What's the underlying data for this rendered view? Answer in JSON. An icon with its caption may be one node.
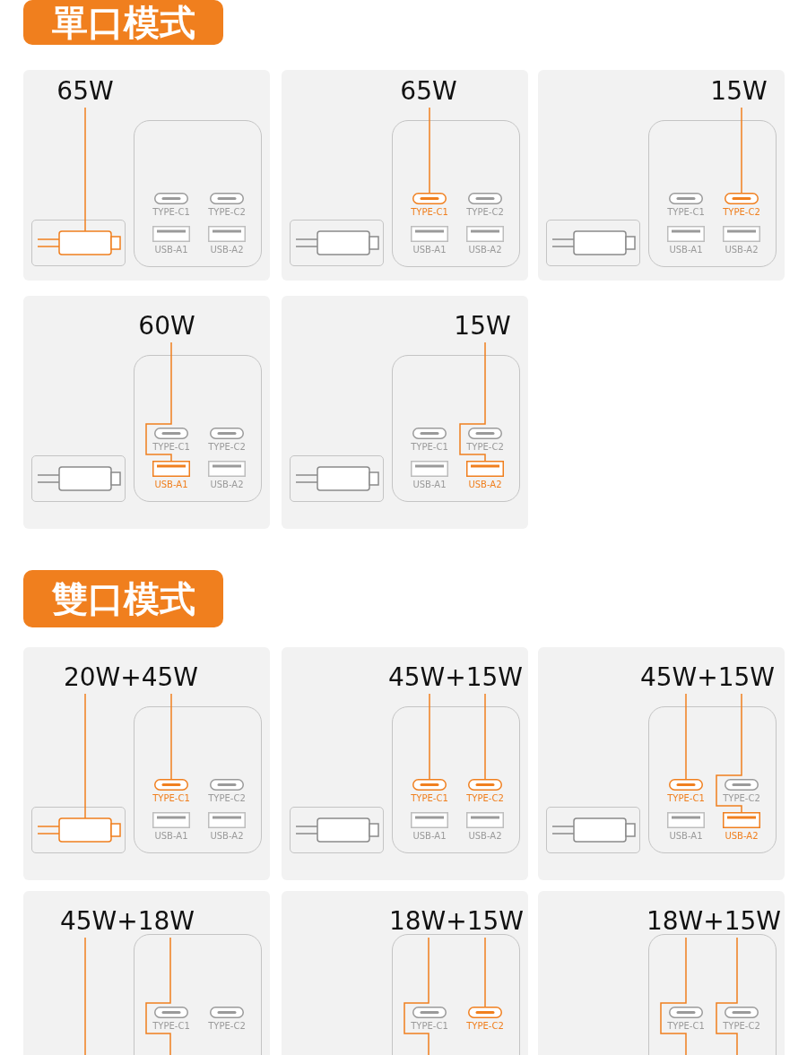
{
  "diagram": {
    "nodes": [
      {
        "text": [
          "單口模式"
        ]
      },
      {
        "text": [],
        "shape": "box"
      },
      {
        "text": [
          "65W"
        ],
        "in": 1
      },
      {
        "text": [],
        "shape": "box",
        "in": 1
      },
      {
        "text": [
          "TYPE-C1"
        ],
        "in": 3
      },
      {
        "text": [
          "TYPE-C2"
        ],
        "in": 3
      },
      {
        "text": [
          "USB-A1"
        ],
        "in": 3
      },
      {
        "text": [
          "USB-A2"
        ],
        "in": 3
      },
      {
        "text": [],
        "shape": "box",
        "in": 1
      },
      {
        "text": [],
        "shape": "box"
      },
      {
        "text": [
          "65W"
        ],
        "in": 9
      },
      {
        "text": [],
        "shape": "box",
        "in": 9
      },
      {
        "text": [
          "TYPE-C1"
        ],
        "in": 11
      },
      {
        "text": [
          "TYPE-C2"
        ],
        "in": 11
      },
      {
        "text": [
          "USB-A1"
        ],
        "in": 11
      },
      {
        "text": [
          "USB-A2"
        ],
        "in": 11
      },
      {
        "text": [],
        "shape": "box",
        "in": 9
      },
      {
        "text": [],
        "shape": "box"
      },
      {
        "text": [
          "15W"
        ],
        "in": 17
      },
      {
        "text": [],
        "shape": "box",
        "in": 17
      },
      {
        "text": [
          "TYPE-C1"
        ],
        "in": 19
      },
      {
        "text": [
          "TYPE-C2"
        ],
        "in": 19
      },
      {
        "text": [
          "USB-A1"
        ],
        "in": 19
      },
      {
        "text": [
          "USB-A2"
        ],
        "in": 19
      },
      {
        "text": [],
        "shape": "box",
        "in": 17
      },
      {
        "text": [],
        "shape": "box"
      },
      {
        "text": [
          "60W"
        ],
        "in": 25
      },
      {
        "text": [],
        "shape": "box",
        "in": 25
      },
      {
        "text": [
          "TYPE-C1"
        ],
        "in": 27
      },
      {
        "text": [
          "TYPE-C2"
        ],
        "in": 27
      },
      {
        "text": [
          "USB-A1"
        ],
        "in": 27
      },
      {
        "text": [
          "USB-A2"
        ],
        "in": 27
      },
      {
        "text": [],
        "shape": "box",
        "in": 25
      },
      {
        "text": [],
        "shape": "box"
      },
      {
        "text": [
          "15W"
        ],
        "in": 33
      },
      {
        "text": [],
        "shape": "box",
        "in": 33
      },
      {
        "text": [
          "TYPE-C1"
        ],
        "in": 35
      },
      {
        "text": [
          "TYPE-C2"
        ],
        "in": 35
      },
      {
        "text": [
          "USB-A1"
        ],
        "in": 35
      },
      {
        "text": [
          "USB-A2"
        ],
        "in": 35
      },
      {
        "text": [],
        "shape": "box",
        "in": 33
      },
      {
        "text": [
          "雙口模式"
        ]
      },
      {
        "text": [],
        "shape": "box"
      },
      {
        "text": [
          "20W+45W"
        ],
        "in": 42
      },
      {
        "text": [],
        "shape": "box",
        "in": 42
      },
      {
        "text": [
          "TYPE-C1"
        ],
        "in": 44
      },
      {
        "text": [
          "TYPE-C2"
        ],
        "in": 44
      },
      {
        "text": [
          "USB-A1"
        ],
        "in": 44
      },
      {
        "text": [
          "USB-A2"
        ],
        "in": 44
      },
      {
        "text": [],
        "shape": "box",
        "in": 42
      },
      {
        "text": [],
        "shape": "box"
      },
      {
        "text": [
          "45W+15W"
        ],
        "in": 50
      },
      {
        "text": [],
        "shape": "box",
        "in": 50
      },
      {
        "text": [
          "TYPE-C1"
        ],
        "in": 52
      },
      {
        "text": [
          "TYPE-C2"
        ],
        "in": 52
      },
      {
        "text": [
          "USB-A1"
        ],
        "in": 52
      },
      {
        "text": [
          "USB-A2"
        ],
        "in": 52
      },
      {
        "text": [],
        "shape": "box",
        "in": 50
      },
      {
        "text": [],
        "shape": "box"
      },
      {
        "text": [
          "45W+15W"
        ],
        "in": 58
      },
      {
        "text": [],
        "shape": "box",
        "in": 58
      },
      {
        "text": [
          "TYPE-C1"
        ],
        "in": 60
      },
      {
        "text": [
          "TYPE-C2"
        ],
        "in": 60
      },
      {
        "text": [
          "USB-A1"
        ],
        "in": 60
      },
      {
        "text": [
          "USB-A2"
        ],
        "in": 60
      },
      {
        "text": [],
        "shape": "box",
        "in": 58
      },
      {
        "text": [],
        "shape": "box"
      },
      {
        "text": [
          "45W+18W"
        ],
        "in": 66
      },
      {
        "text": [],
        "shape": "box",
        "in": 66
      },
      {
        "text": [
          "TYPE-C1"
        ],
        "in": 68
      },
      {
        "text": [
          "TYPE-C2"
        ],
        "in": 68
      },
      {
        "text": [],
        "shape": "box"
      },
      {
        "text": [
          "18W+15W"
        ],
        "in": 71
      },
      {
        "text": [],
        "shape": "box",
        "in": 71
      },
      {
        "text": [
          "TYPE-C1"
        ],
        "in": 73
      },
      {
        "text": [
          "TYPE-C2"
        ],
        "in": 73
      },
      {
        "text": [],
        "shape": "box"
      },
      {
        "text": [
          "18W+15W"
        ],
        "in": 76
      },
      {
        "text": [],
        "shape": "box",
        "in": 76
      },
      {
        "text": [
          "TYPE-C1"
        ],
        "in": 78
      },
      {
        "text": [
          "TYPE-C2"
        ],
        "in": 78
      }
    ],
    "edges": [
      {
        "from": 2,
        "to": 8,
        "arrow": "none"
      },
      {
        "from": 10,
        "to": 12,
        "arrow": "none"
      },
      {
        "from": 18,
        "to": 21,
        "arrow": "none"
      },
      {
        "from": 26,
        "to": 30,
        "arrow": "none"
      },
      {
        "from": 34,
        "to": 39,
        "arrow": "none"
      },
      {
        "from": 43,
        "to": 49,
        "arrow": "none"
      },
      {
        "from": 43,
        "to": 45,
        "arrow": "none"
      },
      {
        "from": 51,
        "to": 53,
        "arrow": "none"
      },
      {
        "from": 51,
        "to": 54,
        "arrow": "none"
      },
      {
        "from": 59,
        "to": 61,
        "arrow": "none"
      },
      {
        "from": 59,
        "to": 64,
        "arrow": "none"
      },
      {
        "from": 67,
        "to": null,
        "arrow": "none"
      },
      {
        "from": 67,
        "to": null,
        "arrow": "none"
      },
      {
        "from": 72,
        "to": null,
        "arrow": "none"
      },
      {
        "from": 72,
        "to": 75,
        "arrow": "none"
      },
      {
        "from": 77,
        "to": null,
        "arrow": "none"
      },
      {
        "from": 77,
        "to": null,
        "arrow": "none"
      }
    ]
  }
}
